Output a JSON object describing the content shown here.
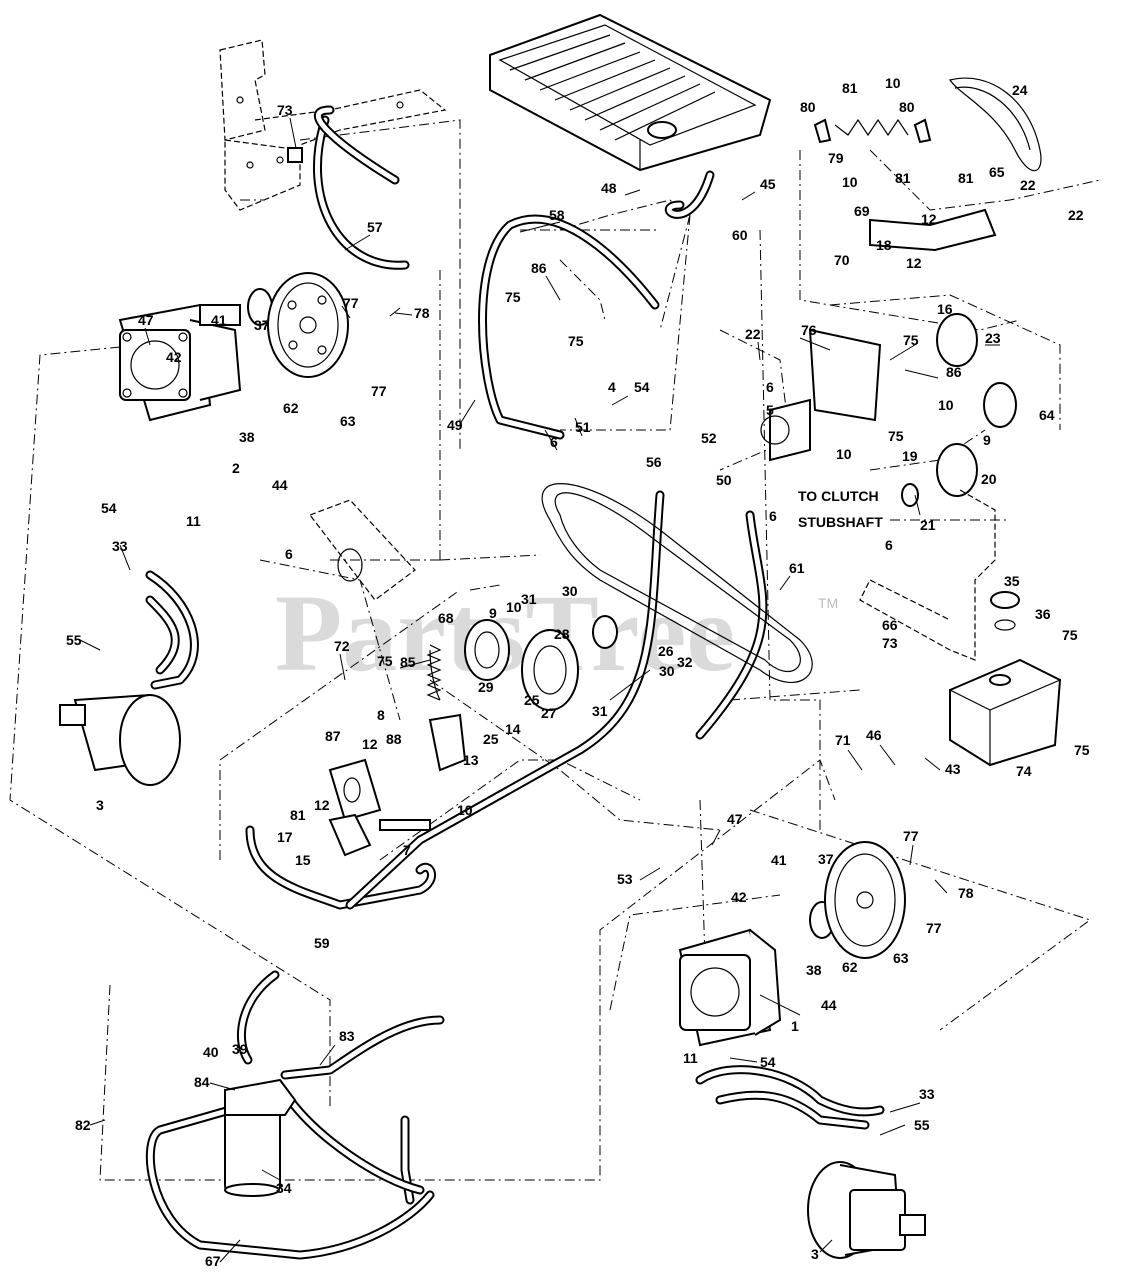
{
  "watermark": {
    "text": "PartsTree",
    "tm": "TM"
  },
  "notes": [
    {
      "id": "clutch-note-line1",
      "text": "TO CLUTCH"
    },
    {
      "id": "clutch-note-line2",
      "text": "STUBSHAFT"
    }
  ],
  "callouts": [
    "73",
    "57",
    "58",
    "86",
    "75",
    "75",
    "48",
    "45",
    "60",
    "80",
    "81",
    "10",
    "80",
    "79",
    "10",
    "81",
    "24",
    "65",
    "22",
    "81",
    "69",
    "12",
    "18",
    "22",
    "70",
    "12",
    "47",
    "41",
    "42",
    "37",
    "77",
    "78",
    "77",
    "62",
    "63",
    "38",
    "2",
    "49",
    "4",
    "54",
    "51",
    "6",
    "56",
    "52",
    "50",
    "76",
    "22",
    "75",
    "6",
    "5",
    "16",
    "23",
    "86",
    "64",
    "10",
    "9",
    "75",
    "6",
    "10",
    "19",
    "20",
    "21",
    "6",
    "44",
    "54",
    "11",
    "33",
    "6",
    "55",
    "3",
    "61",
    "9",
    "10",
    "31",
    "30",
    "68",
    "28",
    "26",
    "72",
    "75",
    "85",
    "32",
    "29",
    "25",
    "27",
    "30",
    "31",
    "8",
    "35",
    "36",
    "66",
    "73",
    "75",
    "74",
    "75",
    "87",
    "12",
    "88",
    "13",
    "25",
    "14",
    "81",
    "12",
    "17",
    "10",
    "7",
    "15",
    "71",
    "46",
    "43",
    "47",
    "53",
    "41",
    "37",
    "77",
    "78",
    "42",
    "62",
    "38",
    "63",
    "77",
    "1",
    "59",
    "39",
    "40",
    "83",
    "84",
    "34",
    "82",
    "44",
    "11",
    "54",
    "33",
    "55",
    "67",
    "3"
  ]
}
